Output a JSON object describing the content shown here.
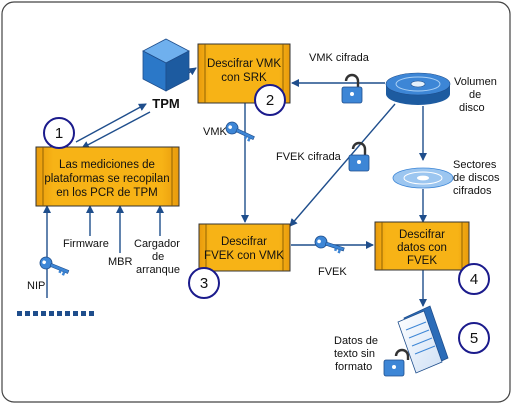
{
  "diagram": {
    "tpm_label": "TPM",
    "box_measurements": [
      "Las mediciones de",
      "plataformas se recopilan",
      "en los PCR de TPM"
    ],
    "box_decrypt_vmk": [
      "Descifrar VMK",
      "con SRK"
    ],
    "box_decrypt_fvek": [
      "Descifrar",
      "FVEK con VMK"
    ],
    "box_decrypt_data": [
      "Descifrar",
      "datos con",
      "FVEK"
    ],
    "label_vmk_encrypted": "VMK cifrada",
    "label_vmk": "VMK",
    "label_fvek_encrypted": "FVEK cifrada",
    "label_fvek": "FVEK",
    "label_volume": [
      "Volumen",
      "de",
      "disco"
    ],
    "label_sectors": [
      "Sectores",
      "de discos",
      "cifrados"
    ],
    "label_plaintext": [
      "Datos de",
      "texto sin",
      "formato"
    ],
    "label_firmware": "Firmware",
    "label_mbr": "MBR",
    "label_bootloader": [
      "Cargador",
      "de",
      "arranque"
    ],
    "label_pin": "NIP",
    "steps": [
      "1",
      "2",
      "3",
      "4",
      "5"
    ],
    "colors": {
      "box_fill": "#f7b316",
      "box_border": "#333333",
      "arrow": "#1f4e8c",
      "circle_stroke": "#1b1b8c",
      "disk": "#2b6cb8"
    }
  }
}
